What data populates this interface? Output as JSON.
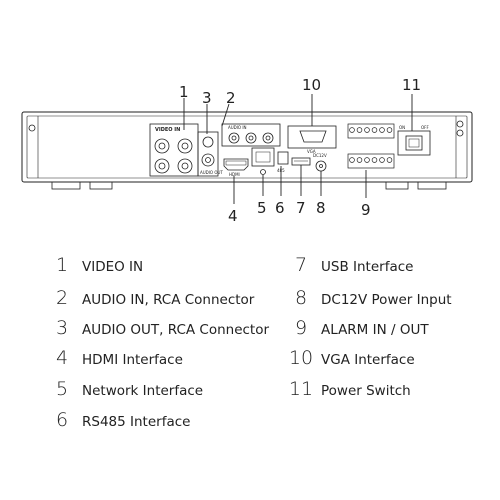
{
  "callouts": [
    "1",
    "2",
    "3",
    "4",
    "5",
    "6",
    "7",
    "8",
    "9",
    "10",
    "11"
  ],
  "panel_text": {
    "video_in": "VIDEO IN",
    "audio_in": "AUDIO IN",
    "audio_out": "AUDIO OUT",
    "hdmi": "HDMI",
    "vga": "VGA",
    "on": "ON",
    "off": "OFF",
    "rs485": "485",
    "dc": "DC12V"
  },
  "legend": [
    {
      "num": "1",
      "label": "VIDEO IN"
    },
    {
      "num": "2",
      "label": "AUDIO IN, RCA Connector"
    },
    {
      "num": "3",
      "label": "AUDIO OUT, RCA Connector"
    },
    {
      "num": "4",
      "label": "HDMI Interface"
    },
    {
      "num": "5",
      "label": "Network Interface"
    },
    {
      "num": "6",
      "label": "RS485 Interface"
    },
    {
      "num": "7",
      "label": "USB Interface"
    },
    {
      "num": "8",
      "label": "DC12V Power Input"
    },
    {
      "num": "9",
      "label": "ALARM IN / OUT"
    },
    {
      "num": "10",
      "label": "VGA Interface"
    },
    {
      "num": "11",
      "label": "Power Switch"
    }
  ]
}
